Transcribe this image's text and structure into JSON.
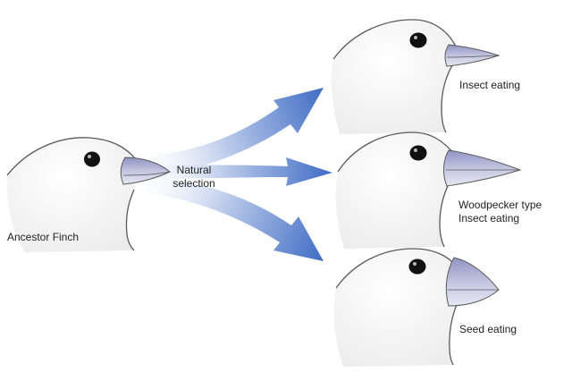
{
  "labels": {
    "ancestor": "Ancestor Finch",
    "process_line1": "Natural",
    "process_line2": "selection",
    "insect": "Insect eating",
    "woodpecker_line1": "Woodpecker type",
    "woodpecker_line2": "Insect eating",
    "seed": "Seed eating"
  },
  "colors": {
    "head_fill": "#f4f4f4",
    "outline": "#5a5a5a",
    "eye": "#111111",
    "beak_top": "#9ea1c8",
    "beak_bottom": "#dcdcec",
    "arrow_dark": "#3f6cc4",
    "arrow_light": "#ffffff"
  },
  "icons": {
    "ancestor": "ancestor-finch-head",
    "insect": "insect-eating-finch-head",
    "woodpecker": "woodpecker-finch-head",
    "seed": "seed-eating-finch-head",
    "arrows": "branching-arrows"
  }
}
